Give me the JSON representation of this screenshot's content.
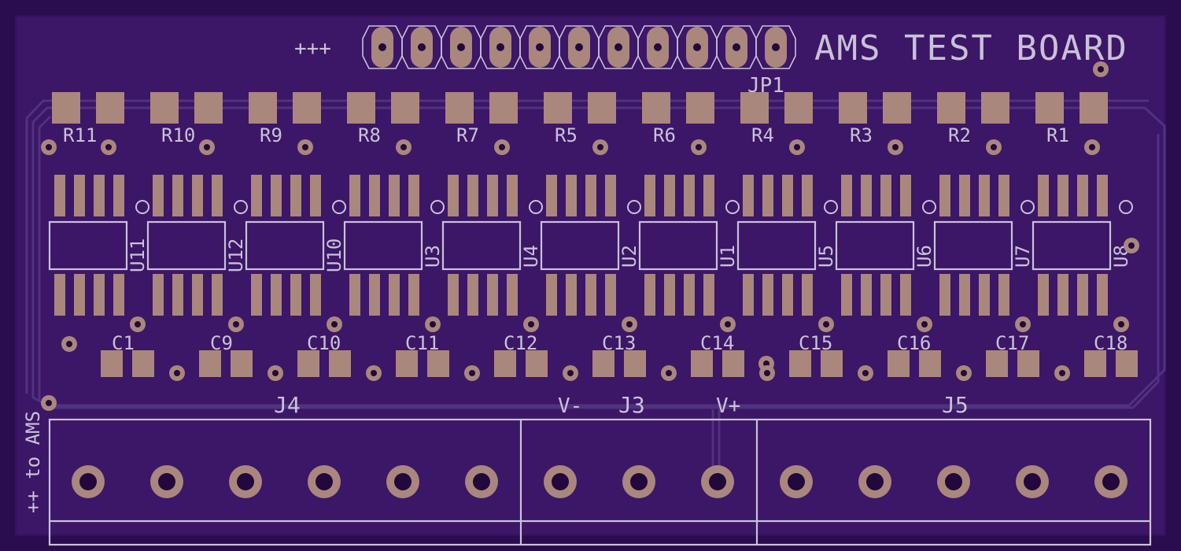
{
  "board": {
    "title": "AMS TEST BOARD",
    "header_ref": "JP1",
    "header_note": "+++",
    "side_note": "++ to AMS",
    "colors": {
      "outer": "#2a0d4e",
      "board": "#3c1667",
      "trace": "#51327e",
      "pad": "#a9877d",
      "silk": "#c9c2d6"
    }
  },
  "resistors": [
    "R11",
    "R10",
    "R9",
    "R8",
    "R7",
    "R5",
    "R6",
    "R4",
    "R3",
    "R2",
    "R1"
  ],
  "chips": [
    "U11",
    "U12",
    "U10",
    "U3",
    "U4",
    "U2",
    "U1",
    "U5",
    "U6",
    "U7",
    "U8"
  ],
  "capacitors": [
    "C1",
    "C9",
    "C10",
    "C11",
    "C12",
    "C13",
    "C14",
    "C15",
    "C16",
    "C17",
    "C18"
  ],
  "connectors": {
    "j4": {
      "label": "J4"
    },
    "j3": {
      "label": "J3",
      "vminus": "V-",
      "vplus": "V+"
    },
    "j5": {
      "label": "J5"
    }
  }
}
